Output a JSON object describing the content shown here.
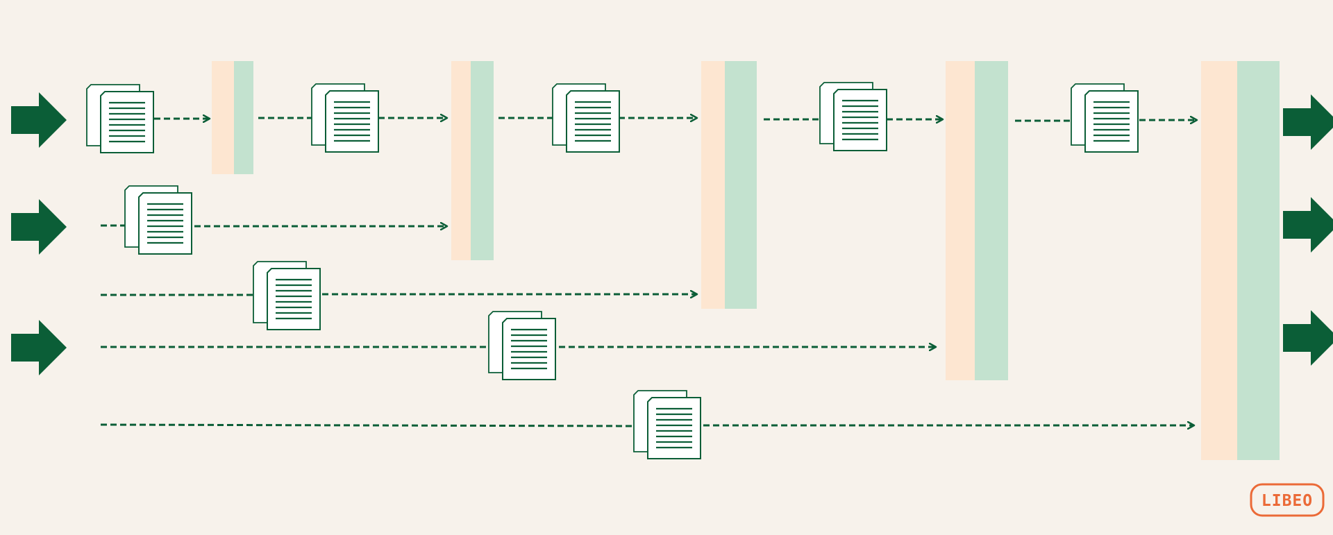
{
  "palette": {
    "background": "#f7f2eb",
    "green": "#0b5e37",
    "green_light": "#c3e2cf",
    "peach": "#fde6d1",
    "paper": "#ffffff",
    "logo": "#eb6a37"
  },
  "icons": {
    "input_arrow": "right-arrow-icon",
    "output_arrow": "right-arrow-icon",
    "document": "document-stack-icon",
    "connector": "dashed-arrow"
  },
  "diagram": {
    "input_arrow_count": 3,
    "output_arrow_count": 3,
    "document_count": 9,
    "merge_bar_count": 5,
    "logo_text": "LIBEO"
  }
}
